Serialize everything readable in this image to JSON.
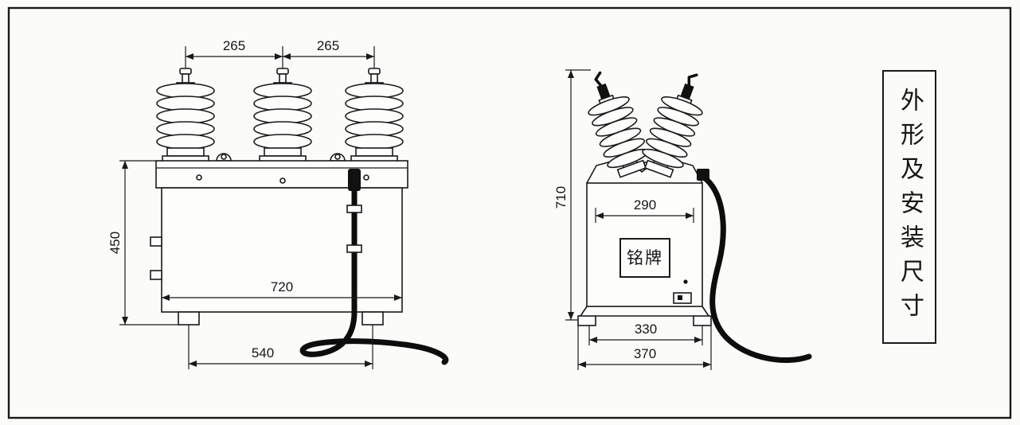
{
  "diagram": {
    "side_panel_title": "外形及安装尺寸",
    "nameplate_label": "铭牌",
    "front_view": {
      "bushing_spacing_left": "265",
      "bushing_spacing_right": "265",
      "body_height": "450",
      "body_width": "720",
      "foot_span": "540"
    },
    "side_view": {
      "overall_height": "710",
      "top_width": "290",
      "foot_span": "330",
      "base_width": "370"
    }
  }
}
